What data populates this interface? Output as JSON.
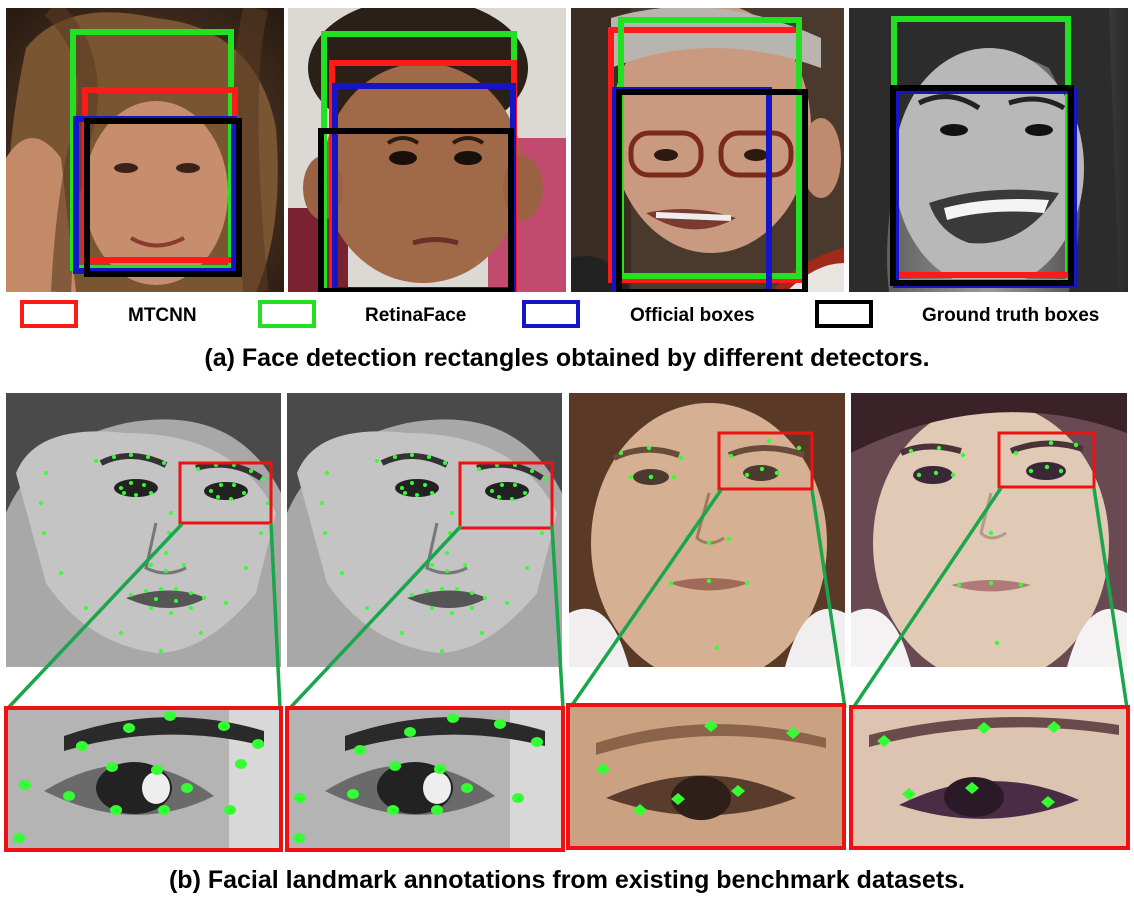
{
  "colors": {
    "mtcnn": "#ff1a1a",
    "retinaface": "#22e022",
    "official": "#1515c8",
    "ground_truth": "#000000",
    "landmark": "#33ff33",
    "zoom_border": "#ee1111",
    "connector": "#1aa64a"
  },
  "legend": [
    {
      "label": "MTCNN",
      "color_key": "mtcnn"
    },
    {
      "label": "RetinaFace",
      "color_key": "retinaface"
    },
    {
      "label": "Official boxes",
      "color_key": "official"
    },
    {
      "label": "Ground truth boxes",
      "color_key": "ground_truth"
    }
  ],
  "caption_a": "(a) Face detection rectangles obtained by different detectors.",
  "caption_b": "(b) Facial landmark annotations from existing benchmark datasets.",
  "face_detection_photos": [
    {
      "icon": "woman-waving-face-photo"
    },
    {
      "icon": "child-face-photo"
    },
    {
      "icon": "elderly-man-glasses-photo"
    },
    {
      "icon": "smiling-woman-grayscale-photo"
    }
  ],
  "landmark_photos": [
    {
      "icon": "grayscale-woman-68-landmarks-photo"
    },
    {
      "icon": "grayscale-woman-dense-landmarks-photo"
    },
    {
      "icon": "woman-sparse-landmarks-photo"
    },
    {
      "icon": "woman-sparse-landmarks-tinted-photo"
    }
  ]
}
